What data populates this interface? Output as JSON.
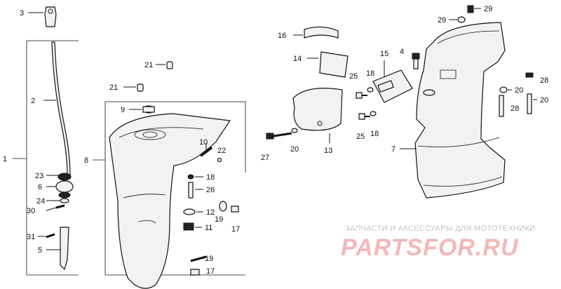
{
  "callouts": [
    {
      "n": "3"
    },
    {
      "n": "2"
    },
    {
      "n": "1"
    },
    {
      "n": "23"
    },
    {
      "n": "6"
    },
    {
      "n": "24"
    },
    {
      "n": "30"
    },
    {
      "n": "31"
    },
    {
      "n": "5"
    },
    {
      "n": "8"
    },
    {
      "n": "9"
    },
    {
      "n": "21"
    },
    {
      "n": "21"
    },
    {
      "n": "10"
    },
    {
      "n": "22"
    },
    {
      "n": "18"
    },
    {
      "n": "26"
    },
    {
      "n": "12"
    },
    {
      "n": "11"
    },
    {
      "n": "19"
    },
    {
      "n": "17"
    },
    {
      "n": "19"
    },
    {
      "n": "17"
    },
    {
      "n": "16"
    },
    {
      "n": "14"
    },
    {
      "n": "15"
    },
    {
      "n": "4"
    },
    {
      "n": "25"
    },
    {
      "n": "18"
    },
    {
      "n": "13"
    },
    {
      "n": "27"
    },
    {
      "n": "20"
    },
    {
      "n": "25"
    },
    {
      "n": "18"
    },
    {
      "n": "7"
    },
    {
      "n": "29"
    },
    {
      "n": "29"
    },
    {
      "n": "20"
    },
    {
      "n": "28"
    },
    {
      "n": "28"
    },
    {
      "n": "20"
    }
  ],
  "watermark": {
    "subtitle": "ЗАПЧАСТИ И АКСЕССУАРЫ ДЛЯ МОТОТЕХНИКИ",
    "brand": "PARTSFOR.RU"
  }
}
